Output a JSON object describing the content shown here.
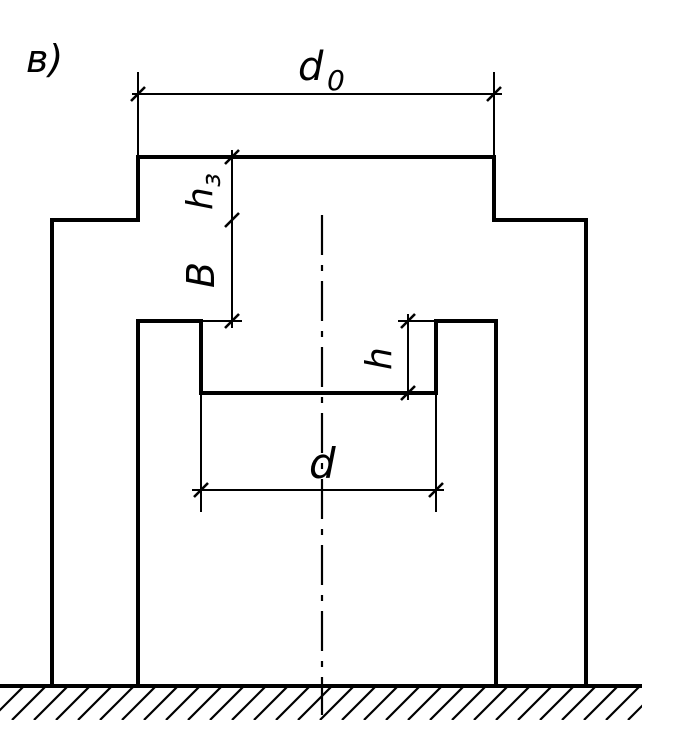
{
  "labels": {
    "panel": "в)",
    "d0_main": "d",
    "d0_sub": "0",
    "hz_main": "h",
    "hz_sub": "з",
    "B": "B",
    "h": "h",
    "d": "d"
  },
  "colors": {
    "ink": "#000000",
    "paper": "#ffffff"
  }
}
